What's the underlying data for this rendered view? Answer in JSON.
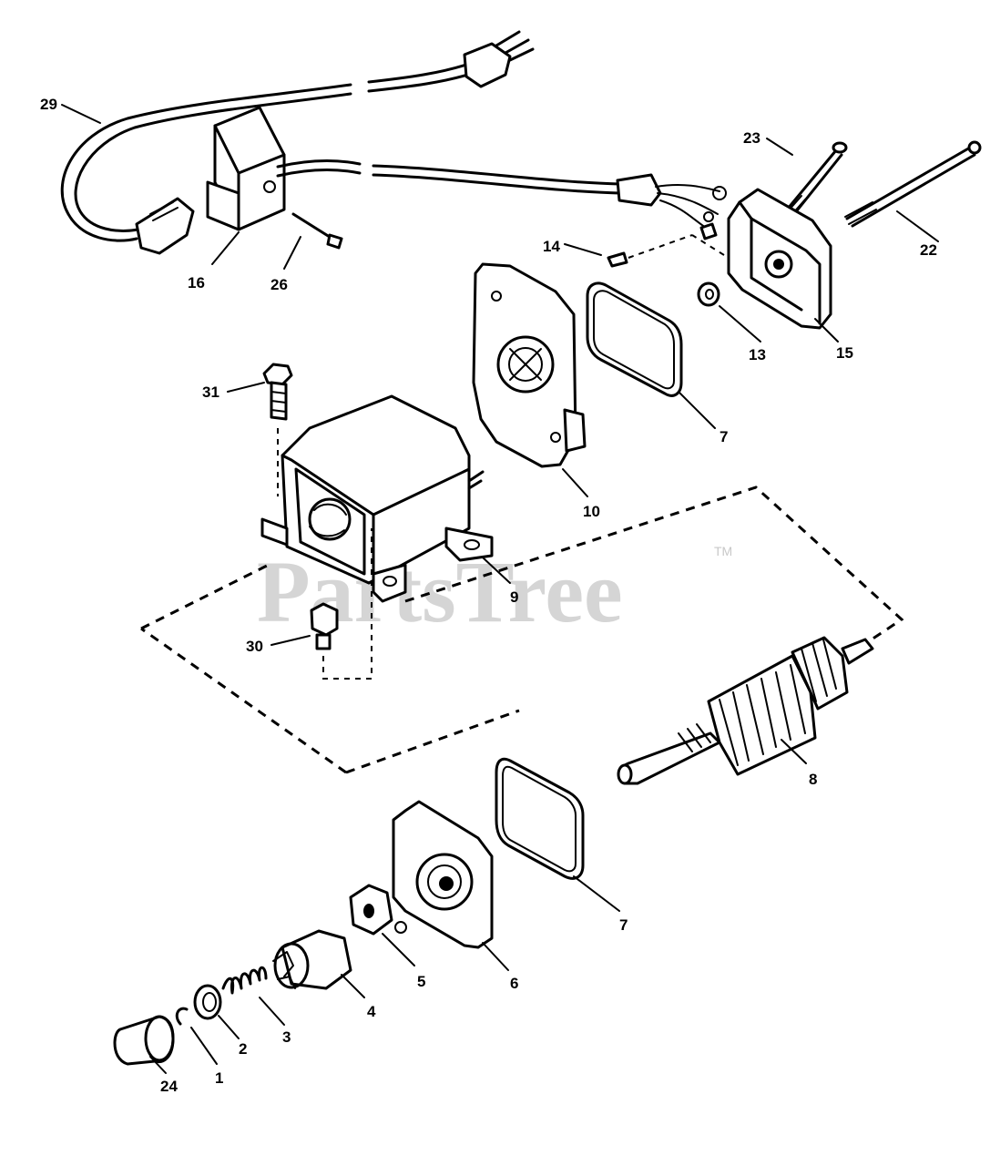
{
  "watermark": {
    "text": "PartsTree",
    "trademark": "TM"
  },
  "callouts": {
    "c29": "29",
    "c16": "16",
    "c26": "26",
    "c23": "23",
    "c22": "22",
    "c14": "14",
    "c13": "13",
    "c15": "15",
    "c31": "31",
    "c7a": "7",
    "c10": "10",
    "c9": "9",
    "c30": "30",
    "c8": "8",
    "c7b": "7",
    "c6": "6",
    "c5": "5",
    "c4": "4",
    "c3": "3",
    "c2": "2",
    "c1": "1",
    "c24": "24"
  }
}
